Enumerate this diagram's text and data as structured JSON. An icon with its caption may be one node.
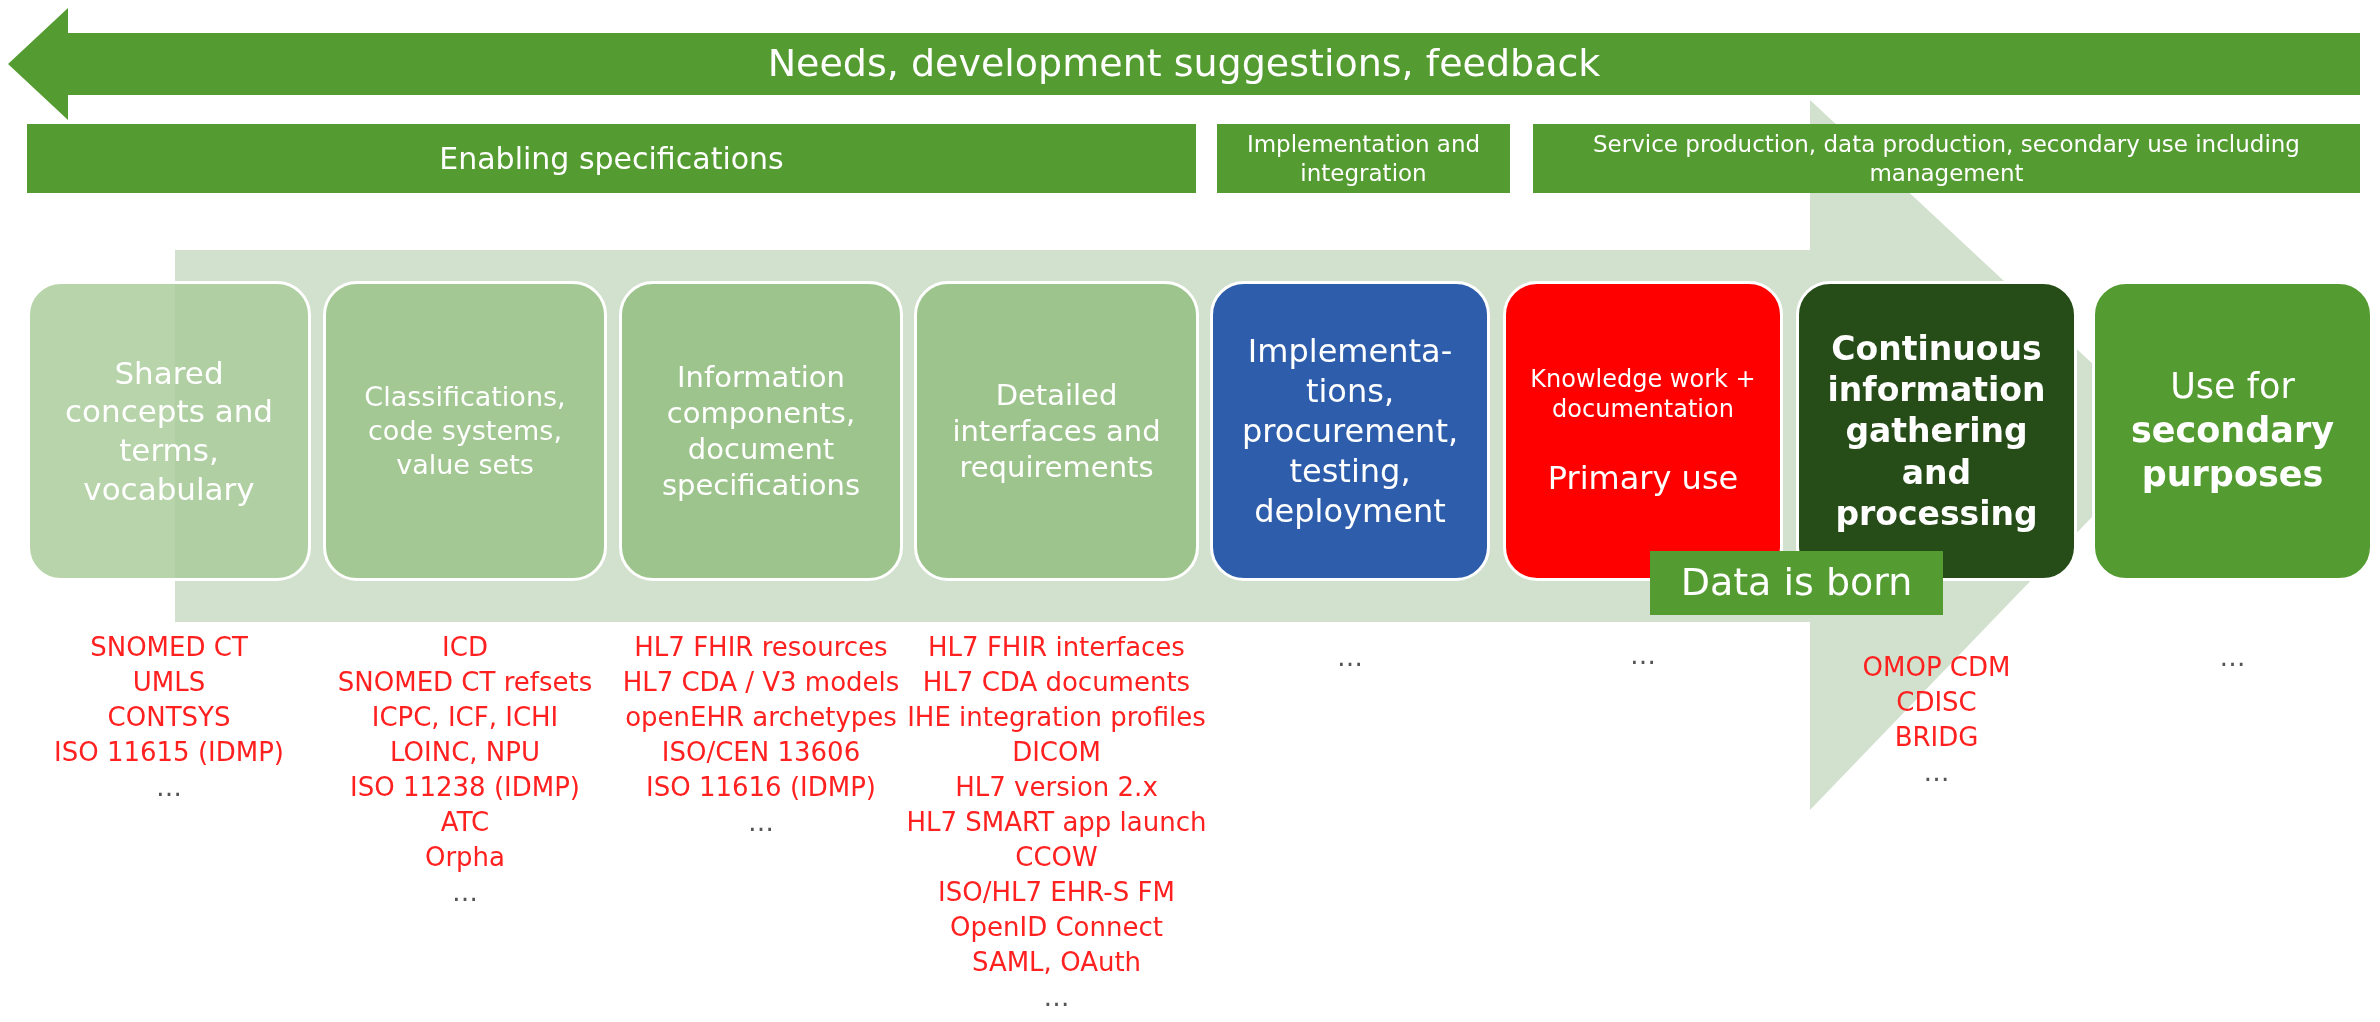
{
  "diagram": {
    "nodes": [
      {
        "text": [
          "Needs, development suggestions, feedback"
        ]
      },
      {
        "text": [
          "Enabling specifications"
        ]
      },
      {
        "text": [
          "Implementation and integration"
        ]
      },
      {
        "text": [
          "Service production, data production, secondary use including management"
        ]
      },
      {
        "text": [
          "Shared concepts and terms, vocabulary"
        ],
        "beside": [
          "SNOMED CT",
          "UMLS",
          "CONTSYS",
          "ISO 11615  (IDMP)",
          "…"
        ]
      },
      {
        "text": [
          "Classifications, code systems, value sets"
        ],
        "beside": [
          "ICD",
          "SNOMED CT refsets",
          "ICPC, ICF, ICHI",
          "LOINC, NPU",
          "ISO 11238  (IDMP)",
          "ATC",
          "Orpha",
          "…"
        ]
      },
      {
        "text": [
          "Information components, document specifications"
        ],
        "beside": [
          "HL7 FHIR resources",
          "HL7 CDA / V3 models",
          "openEHR  archetypes",
          "ISO/CEN 13606",
          "ISO 11616  (IDMP)",
          "…"
        ]
      },
      {
        "text": [
          "Detailed interfaces and requirements"
        ],
        "beside": [
          "HL7 FHIR interfaces",
          "HL7 CDA documents",
          "IHE integration profiles",
          "DICOM",
          "HL7 version 2.x",
          "HL7 SMART app launch",
          "CCOW",
          "ISO/HL7 EHR-S FM",
          "OpenID  Connect",
          "SAML, OAuth",
          "…"
        ]
      },
      {
        "text": [
          "Implementa- tions, procurement, testing, deployment"
        ],
        "beside": [
          "…"
        ]
      },
      {
        "text": [
          "Knowledge work + documentation",
          "Primary use"
        ]
      },
      {
        "text": [
          "Continuous information gathering and processing"
        ],
        "beside": [
          "OMOP CDM",
          "CDISC",
          "BRIDG",
          "…"
        ]
      },
      {
        "text": [
          "Use for **secondary purposes**"
        ],
        "beside": [
          "…"
        ]
      },
      {
        "text": [
          "Data is born"
        ]
      }
    ],
    "edges": [
      {
        "from": 4,
        "to": 11,
        "arrow": "to",
        "style": "thick"
      }
    ],
    "labels": [
      "…"
    ]
  }
}
